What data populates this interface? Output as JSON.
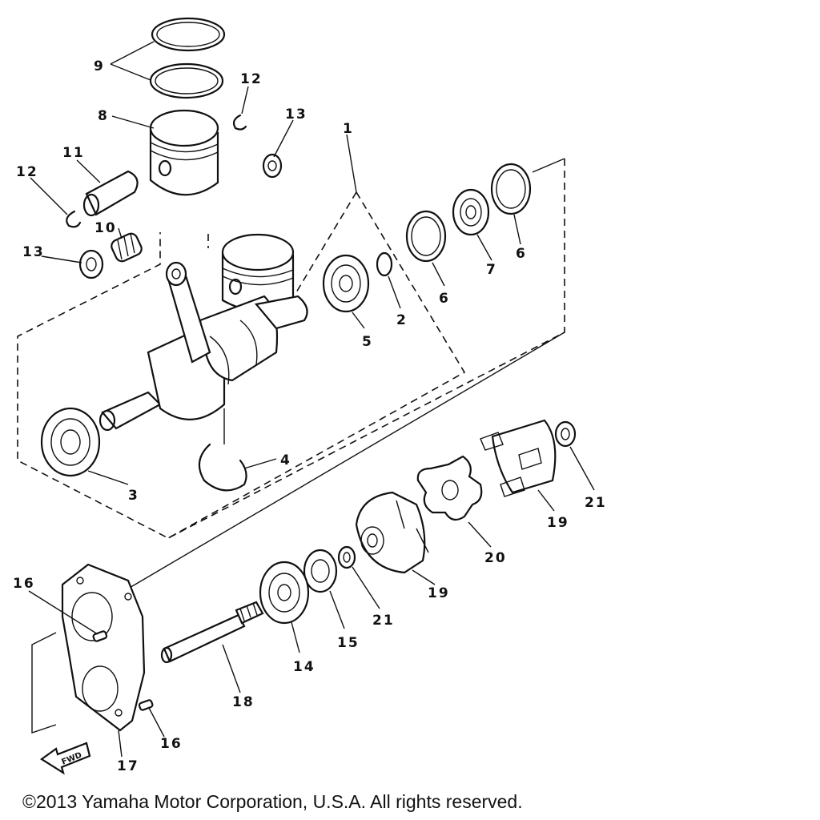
{
  "callouts": {
    "c1": "1",
    "c2": "2",
    "c3": "3",
    "c4": "4",
    "c5": "5",
    "c6a": "6",
    "c6b": "6",
    "c7": "7",
    "c8": "8",
    "c9": "9",
    "c10": "10",
    "c11": "11",
    "c12a": "12",
    "c12b": "12",
    "c13a": "13",
    "c13b": "13",
    "c14": "14",
    "c15": "15",
    "c16a": "16",
    "c16b": "16",
    "c17": "17",
    "c18": "18",
    "c19a": "19",
    "c19b": "19",
    "c20": "20",
    "c21a": "21",
    "c21b": "21"
  },
  "fwd_label": "FWD",
  "copyright": "©2013 Yamaha Motor Corporation, U.S.A. All rights reserved."
}
